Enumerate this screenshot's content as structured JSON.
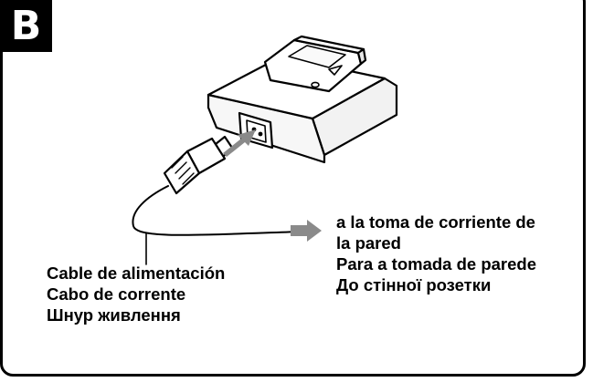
{
  "badge": "B",
  "cable_labels": [
    "Cable de alimentación",
    "Cabo de corrente",
    "Шнур живлення"
  ],
  "wall_labels": [
    "a la toma de corriente de",
    "la pared",
    "Para a tomada de parede",
    "До стінної розетки"
  ],
  "colors": {
    "arrow": "#8a8a8a",
    "ink": "#000000"
  }
}
